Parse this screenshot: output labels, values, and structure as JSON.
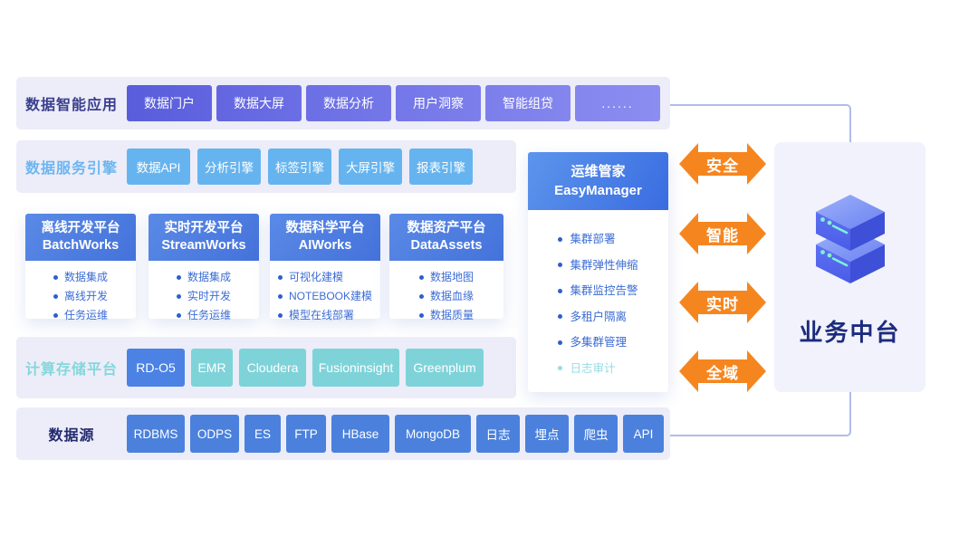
{
  "rows": {
    "apps": {
      "label": "数据智能应用",
      "items": [
        "数据门户",
        "数据大屏",
        "数据分析",
        "用户洞察",
        "智能组贷",
        "......"
      ]
    },
    "engines": {
      "label": "数据服务引擎",
      "items": [
        "数据API",
        "分析引擎",
        "标签引擎",
        "大屏引擎",
        "报表引擎"
      ]
    },
    "platforms": {
      "cards": [
        {
          "title_cn": "离线开发平台",
          "title_en": "BatchWorks",
          "bullets": [
            "数据集成",
            "离线开发",
            "任务运维"
          ]
        },
        {
          "title_cn": "实时开发平台",
          "title_en": "StreamWorks",
          "bullets": [
            "数据集成",
            "实时开发",
            "任务运维"
          ]
        },
        {
          "title_cn": "数据科学平台",
          "title_en": "AIWorks",
          "bullets": [
            "可视化建模",
            "NOTEBOOK建模",
            "模型在线部署"
          ]
        },
        {
          "title_cn": "数据资产平台",
          "title_en": "DataAssets",
          "bullets": [
            "数据地图",
            "数据血缘",
            "数据质量"
          ]
        }
      ]
    },
    "compute": {
      "label": "计算存储平台",
      "items": [
        "RD-O5",
        "EMR",
        "Cloudera",
        "Fusioninsight",
        "Greenplum"
      ]
    },
    "sources": {
      "label": "数据源",
      "items": [
        "RDBMS",
        "ODPS",
        "ES",
        "FTP",
        "HBase",
        "MongoDB",
        "日志",
        "埋点",
        "爬虫",
        "API"
      ]
    }
  },
  "easymanager": {
    "title_cn": "运维管家",
    "title_en": "EasyManager",
    "bullets": [
      "集群部署",
      "集群弹性伸缩",
      "集群监控告警",
      "多租户隔离",
      "多集群管理",
      "日志审计"
    ]
  },
  "arrows": [
    "安全",
    "智能",
    "实时",
    "全域"
  ],
  "business": {
    "title": "业务中台",
    "icon": "server-stack-icon"
  },
  "colors": {
    "band_background": "#ecedf8",
    "accent_indigo": "#6366e0",
    "accent_light_blue": "#66b4ef",
    "accent_card_blue": "#4a78dc",
    "accent_teal": "#7ed3d9",
    "accent_orange": "#f5861f",
    "navy_text": "#23296e",
    "bullet_blue": "#3b6cd4",
    "faded_teal": "#96dce3",
    "connector": "#b0bce8"
  }
}
